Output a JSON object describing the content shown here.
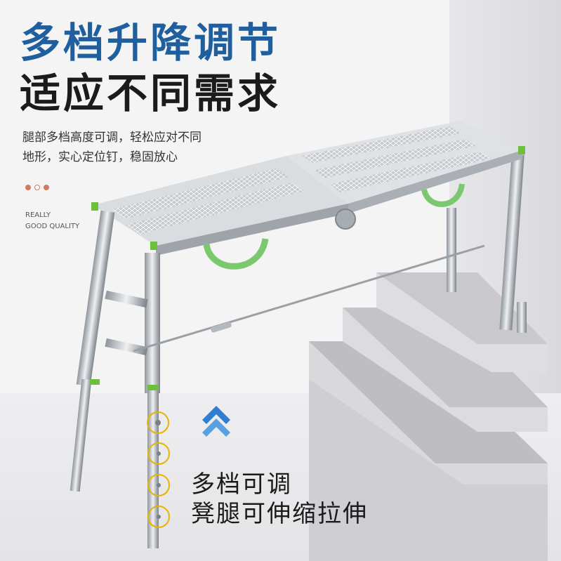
{
  "headline": {
    "line1": "多档升降调节",
    "line2": "适应不同需求"
  },
  "description": {
    "line1": "腿部多档高度可调，轻松应对不同",
    "line2": "地形，实心定位钉，稳固放心"
  },
  "badge": {
    "line1": "REALLY",
    "line2": "GOOD QUALITY"
  },
  "caption": {
    "line1": "多档可调",
    "line2": "凳腿可伸缩拉伸"
  },
  "colors": {
    "headline_blue": "#1f5f9e",
    "headline_dark": "#1b1b1b",
    "dot_1": "#d07a62",
    "dot_2": "#ffffff",
    "dot_3": "#d07a62",
    "hole_ring": "#e6b400",
    "arrow": "#2f7fd0",
    "strap": "#7cc86e",
    "leg_tip": "#6fbf3f"
  },
  "icons": [
    "up-chevron-icon"
  ]
}
